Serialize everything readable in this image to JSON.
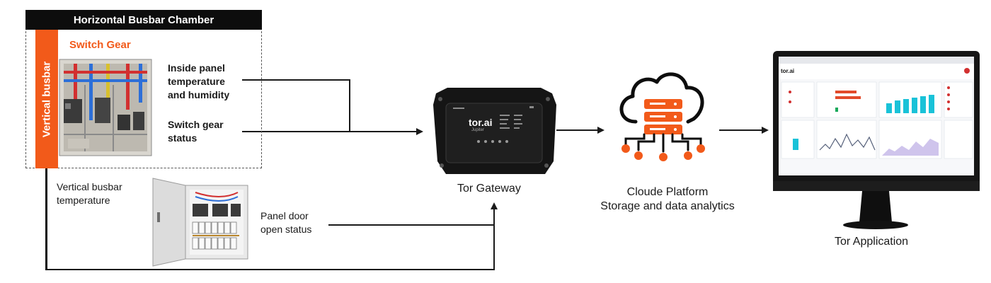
{
  "chamber": {
    "title": "Horizontal Busbar Chamber",
    "vertical_busbar_label": "Vertical busbar",
    "switch_gear_title": "Switch Gear"
  },
  "sensors": {
    "panel_temp_line1": "Inside panel",
    "panel_temp_line2": "temperature",
    "panel_temp_line3": "and humidity",
    "switch_status_line1": "Switch gear",
    "switch_status_line2": "status",
    "busbar_temp_line1": "Vertical busbar",
    "busbar_temp_line2": "temperature",
    "door_status_line1": "Panel door",
    "door_status_line2": "open status"
  },
  "gateway": {
    "caption": "Tor Gateway",
    "brand": "tor.ai",
    "model": "Jupiter"
  },
  "cloud": {
    "caption_line1": "Cloude Platform",
    "caption_line2": "Storage and data analytics"
  },
  "application": {
    "caption": "Tor Application",
    "brand": "tor.ai"
  },
  "colors": {
    "accent": "#f25a1a",
    "dark": "#0d0d0d",
    "line": "#1a1a1a",
    "screen_accent": "#19c2d8"
  }
}
